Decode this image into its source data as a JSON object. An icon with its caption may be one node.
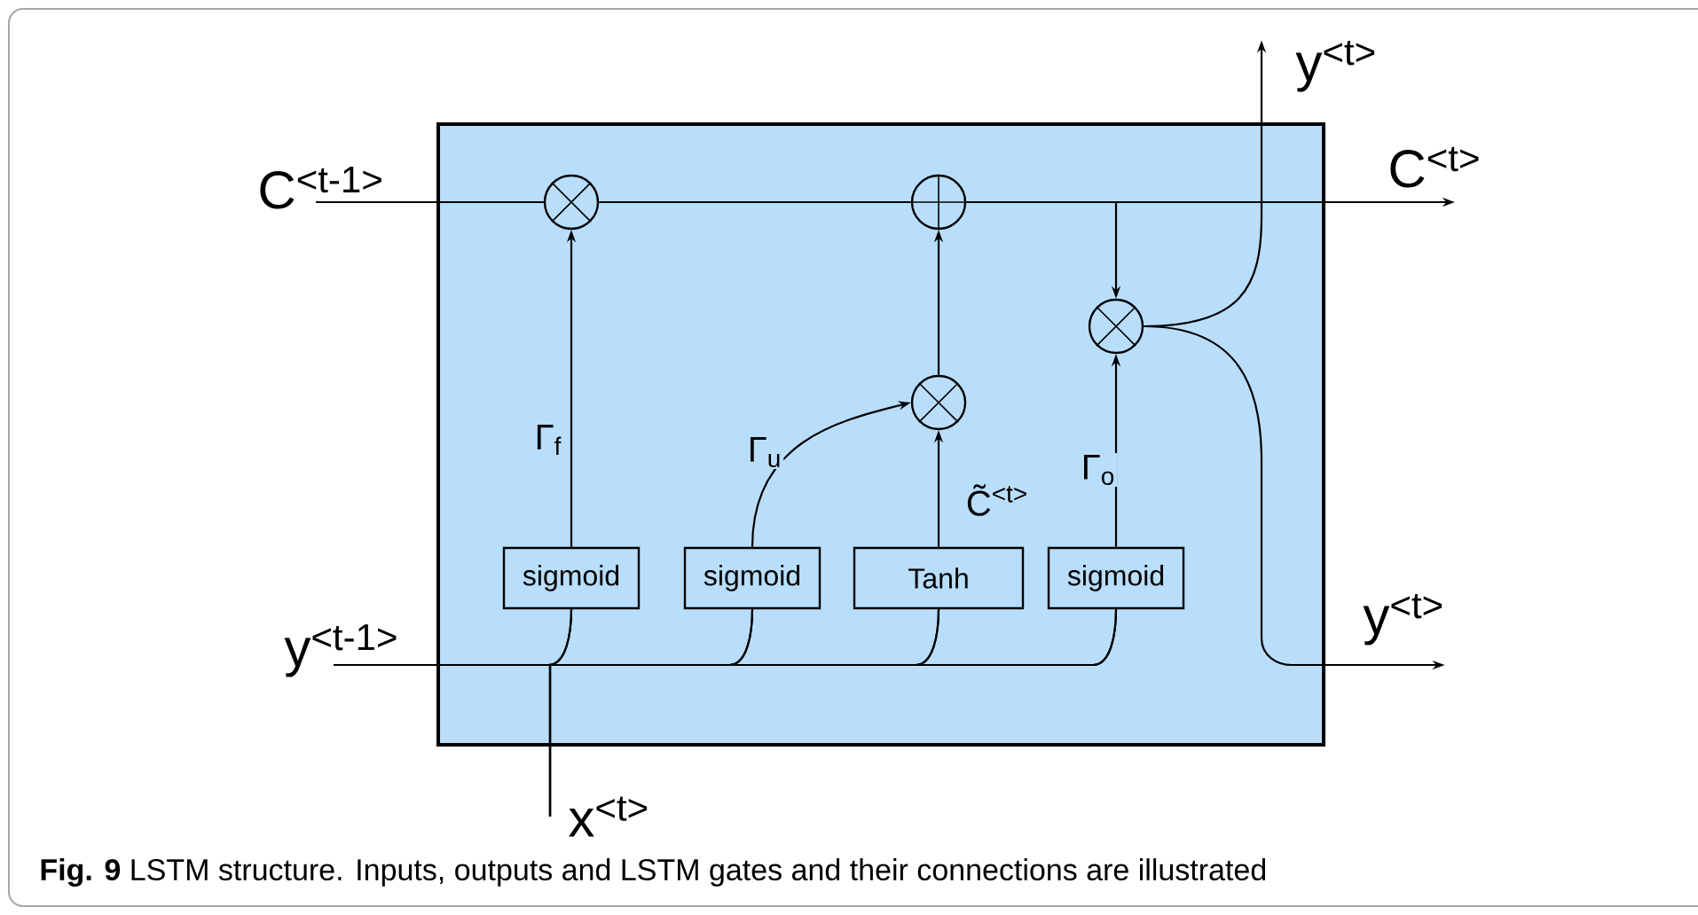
{
  "diagram": {
    "caption": "**Fig. 9** LSTM structure. Inputs, outputs and LSTM gates and their connections are illustrated",
    "nodes": [
      {
        "text": [],
        "shape": "box"
      },
      {
        "text": [
          "C$^{<t-1>}$"
        ]
      },
      {
        "text": [],
        "shape": "circle",
        "in": 0
      },
      {
        "text": [],
        "shape": "circle",
        "in": 0
      },
      {
        "text": [],
        "shape": "circle",
        "in": 0
      },
      {
        "text": [],
        "shape": "circle",
        "in": 0
      },
      {
        "text": [
          "sigmoid"
        ],
        "in": 0
      },
      {
        "text": [
          "sigmoid"
        ],
        "in": 0
      },
      {
        "text": [
          "Tanh"
        ],
        "in": 0
      },
      {
        "text": [
          "sigmoid"
        ],
        "in": 0
      },
      {
        "text": [
          "y$^{<t-1>}$"
        ]
      },
      {
        "text": [
          "x$^{<t>}$"
        ]
      },
      {
        "text": [
          "C$^{<t>}$"
        ]
      },
      {
        "text": [
          "y$^{<t>}$"
        ]
      },
      {
        "text": [
          "y$^{<t>}$"
        ]
      }
    ],
    "edges": [
      {
        "from": 1,
        "to": 2,
        "arrow": "none"
      },
      {
        "from": 2,
        "to": 3,
        "arrow": "none"
      },
      {
        "from": 3,
        "to": 12,
        "arrow": "to"
      },
      {
        "from": 3,
        "to": 5,
        "arrow": "to"
      },
      {
        "from": 6,
        "to": 2,
        "arrow": "to",
        "label": "Γ$_{f}$"
      },
      {
        "from": 7,
        "to": 4,
        "arrow": "to",
        "label": "Γ$_{u}$"
      },
      {
        "from": 8,
        "to": 4,
        "arrow": "to",
        "label": "C̃$^{<t>}$"
      },
      {
        "from": 4,
        "to": 3,
        "arrow": "to"
      },
      {
        "from": 9,
        "to": 5,
        "arrow": "to",
        "label": "Γ$_{o}$"
      },
      {
        "from": 5,
        "to": 13,
        "arrow": "to"
      },
      {
        "from": 5,
        "to": 14,
        "arrow": "to"
      },
      {
        "from": 10,
        "to": 6,
        "arrow": "none"
      },
      {
        "from": 10,
        "to": 7,
        "arrow": "none"
      },
      {
        "from": 10,
        "to": 8,
        "arrow": "none"
      },
      {
        "from": 10,
        "to": 9,
        "arrow": "none"
      },
      {
        "from": 11,
        "to": 6,
        "arrow": "none"
      },
      {
        "from": 11,
        "to": 7,
        "arrow": "none"
      },
      {
        "from": 11,
        "to": 8,
        "arrow": "none"
      },
      {
        "from": 11,
        "to": 9,
        "arrow": "none"
      }
    ]
  }
}
